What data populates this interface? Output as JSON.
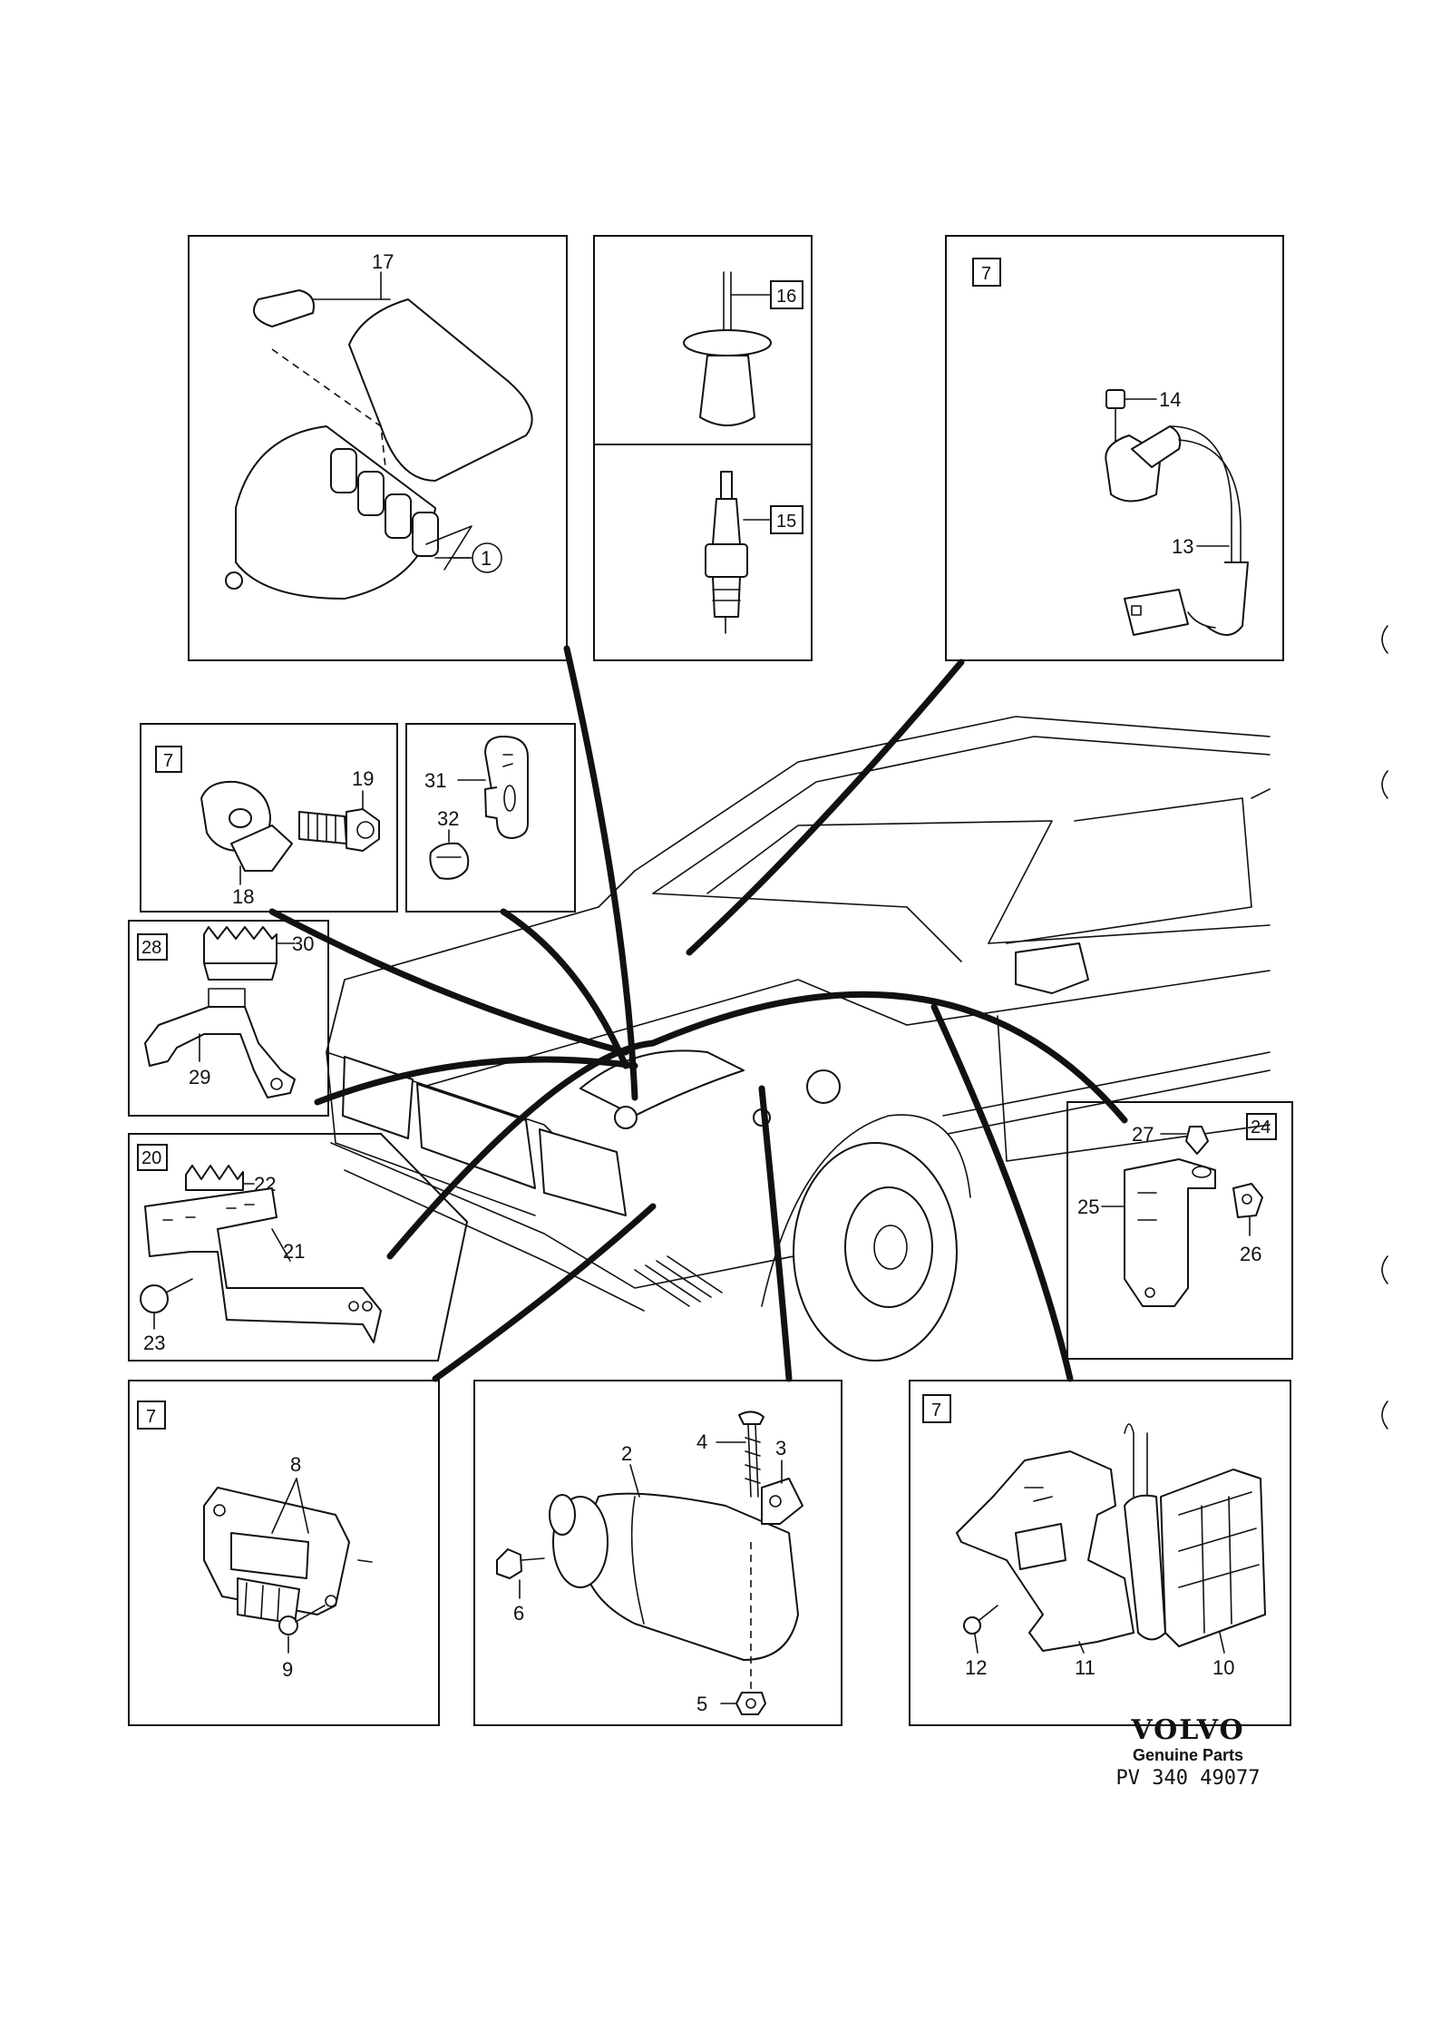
{
  "brand": {
    "logo": "VOLVO",
    "subtitle": "Genuine Parts",
    "reference": "PV 340 49077"
  },
  "callouts": {
    "c1": "1",
    "c2": "2",
    "c3": "3",
    "c4": "4",
    "c5": "5",
    "c6": "6",
    "c8": "8",
    "c9": "9",
    "c10": "10",
    "c11": "11",
    "c12": "12",
    "c13": "13",
    "c14": "14",
    "c15": "15",
    "c16": "16",
    "c17": "17",
    "c18": "18",
    "c19": "19",
    "c21": "21",
    "c22": "22",
    "c23": "23",
    "c25": "25",
    "c26": "26",
    "c27": "27",
    "c29": "29",
    "c30": "30",
    "c31": "31",
    "c32": "32"
  },
  "panel_tags": {
    "sensor": "7",
    "knock": "7",
    "bracket28": "28",
    "bracket20": "20",
    "bracket24": "24",
    "module8": "7",
    "module10": "7"
  },
  "icons": [
    "ignition-distributor-icon",
    "spark-plug-icon",
    "crank-sensor-icon",
    "car-icon",
    "ignition-coil-icon"
  ]
}
